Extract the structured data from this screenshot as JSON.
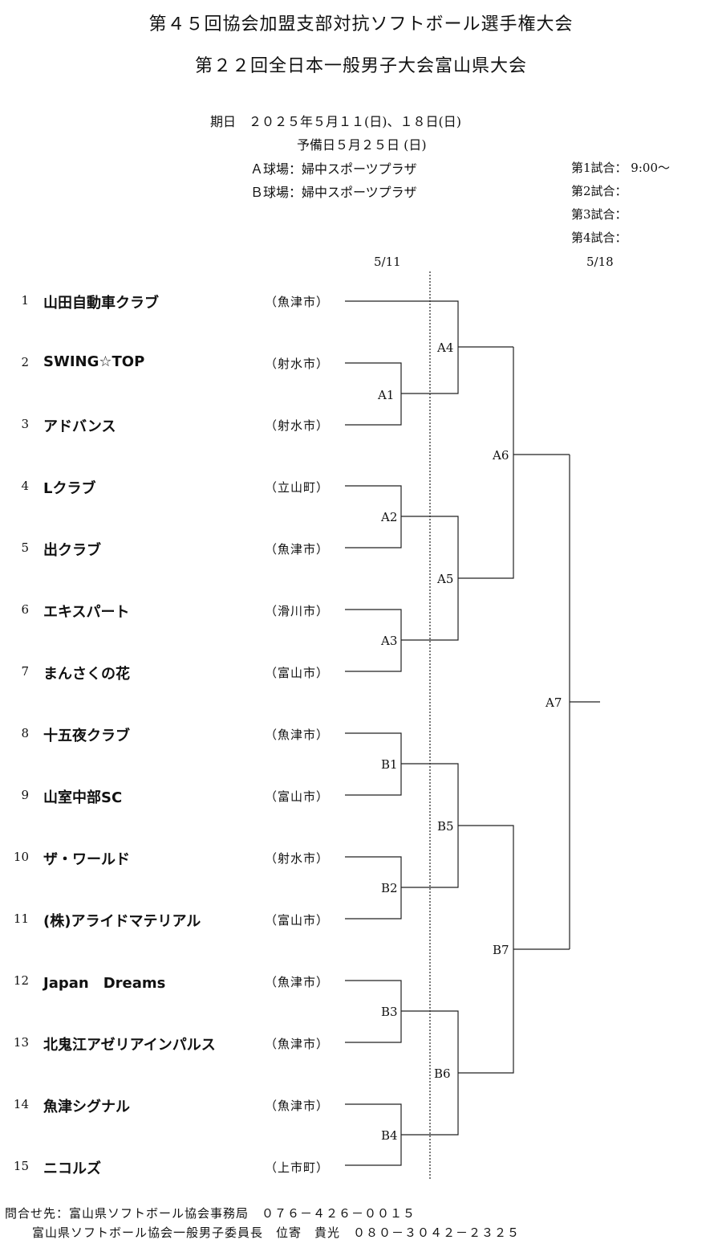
{
  "header": {
    "title1": "第４５回協会加盟支部対抗ソフトボール選手権大会",
    "title2": "第２２回全日本一般男子大会富山県大会"
  },
  "info": {
    "date": "期日　２０２５年５月１１(日)、１８日(日)",
    "reserve": "予備日５月２５日 (日)",
    "venue_a": "Ａ球場：婦中スポーツプラザ",
    "venue_b": "Ｂ球場：婦中スポーツプラザ",
    "game1": "第1試合：  9:00～",
    "game2": "第2試合：",
    "game3": "第3試合：",
    "game4": "第4試合："
  },
  "day_labels": {
    "day1": "5/11",
    "day2": "5/18"
  },
  "teams": [
    {
      "no": "1",
      "name": "山田自動車クラブ",
      "city": "（魚津市）"
    },
    {
      "no": "2",
      "name": "SWING☆TOP",
      "city": "（射水市）"
    },
    {
      "no": "3",
      "name": "アドバンス",
      "city": "（射水市）"
    },
    {
      "no": "4",
      "name": "Lクラブ",
      "city": "（立山町）"
    },
    {
      "no": "5",
      "name": "出クラブ",
      "city": "（魚津市）"
    },
    {
      "no": "6",
      "name": "エキスパート",
      "city": "（滑川市）"
    },
    {
      "no": "7",
      "name": "まんさくの花",
      "city": "（富山市）"
    },
    {
      "no": "8",
      "name": "十五夜クラブ",
      "city": "（魚津市）"
    },
    {
      "no": "9",
      "name": "山室中部SC",
      "city": "（富山市）"
    },
    {
      "no": "10",
      "name": "ザ・ワールド",
      "city": "（射水市）"
    },
    {
      "no": "11",
      "name": "(株)アライドマテリアル",
      "city": "（富山市）"
    },
    {
      "no": "12",
      "name": "Japan　Dreams",
      "city": "（魚津市）"
    },
    {
      "no": "13",
      "name": "北鬼江アゼリアインパルス",
      "city": "（魚津市）"
    },
    {
      "no": "14",
      "name": "魚津シグナル",
      "city": "（魚津市）"
    },
    {
      "no": "15",
      "name": "ニコルズ",
      "city": "（上市町）"
    }
  ],
  "matches": {
    "A1": "A1",
    "A2": "A2",
    "A3": "A3",
    "A4": "A4",
    "A5": "A5",
    "A6": "A6",
    "A7": "A7",
    "B1": "B1",
    "B2": "B2",
    "B3": "B3",
    "B4": "B4",
    "B5": "B5",
    "B6": "B6",
    "B7": "B7"
  },
  "footer": {
    "line1": "問合せ先：富山県ソフトボール協会事務局　０７６－４２６－００１５",
    "line2": "富山県ソフトボール協会一般男子委員長　位寄　貴光　０８０－３０４２－２３２５"
  }
}
